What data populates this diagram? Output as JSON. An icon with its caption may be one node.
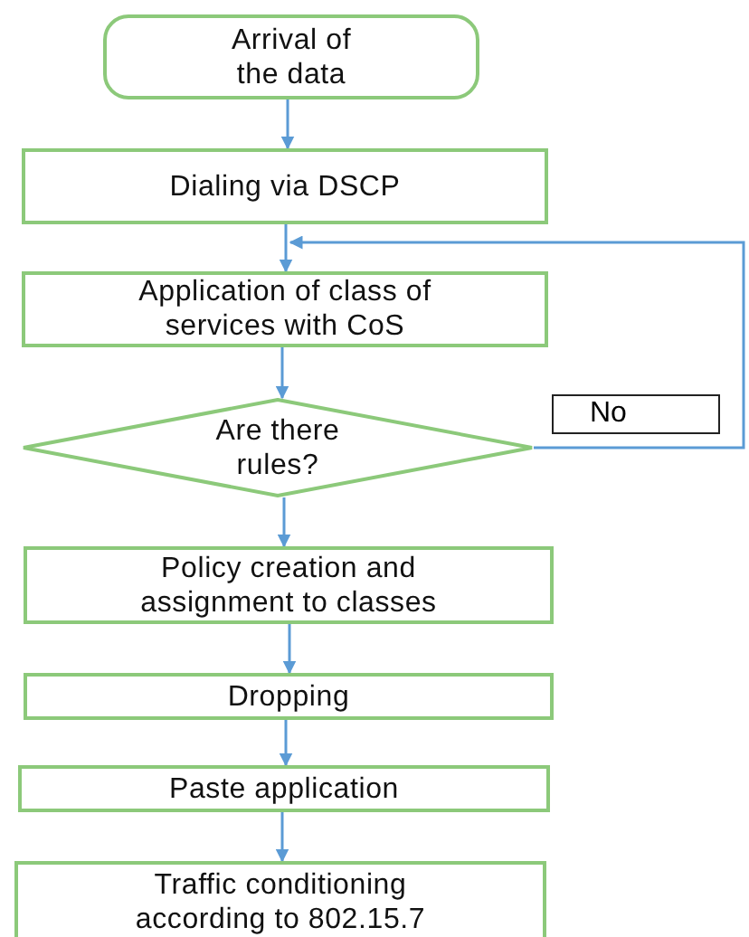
{
  "diagram": {
    "nodes": [
      {
        "text": [
          "Arrival of the data"
        ]
      },
      {
        "text": [
          "Dialing via DSCP"
        ]
      },
      {
        "text": [
          "Application of class of services with CoS"
        ]
      },
      {
        "text": [
          "Are there rules?"
        ]
      },
      {
        "text": [
          "Policy creation and assignment to classes"
        ]
      },
      {
        "text": [
          "Dropping"
        ]
      },
      {
        "text": [
          "Paste application"
        ]
      },
      {
        "text": [
          "Traffic conditioning according to 802.15.7"
        ]
      }
    ],
    "edges": [
      {
        "from": 0,
        "to": 1,
        "arrow": "to"
      },
      {
        "from": 1,
        "to": 2,
        "arrow": "to"
      },
      {
        "from": 2,
        "to": 3,
        "arrow": "to"
      },
      {
        "from": 3,
        "to": 4,
        "arrow": "to"
      },
      {
        "from": 4,
        "to": 5,
        "arrow": "to"
      },
      {
        "from": 5,
        "to": 6,
        "arrow": "to"
      },
      {
        "from": 6,
        "to": 7,
        "arrow": "to"
      },
      {
        "from": 3,
        "to": 2,
        "arrow": "to",
        "label": "No"
      }
    ]
  }
}
